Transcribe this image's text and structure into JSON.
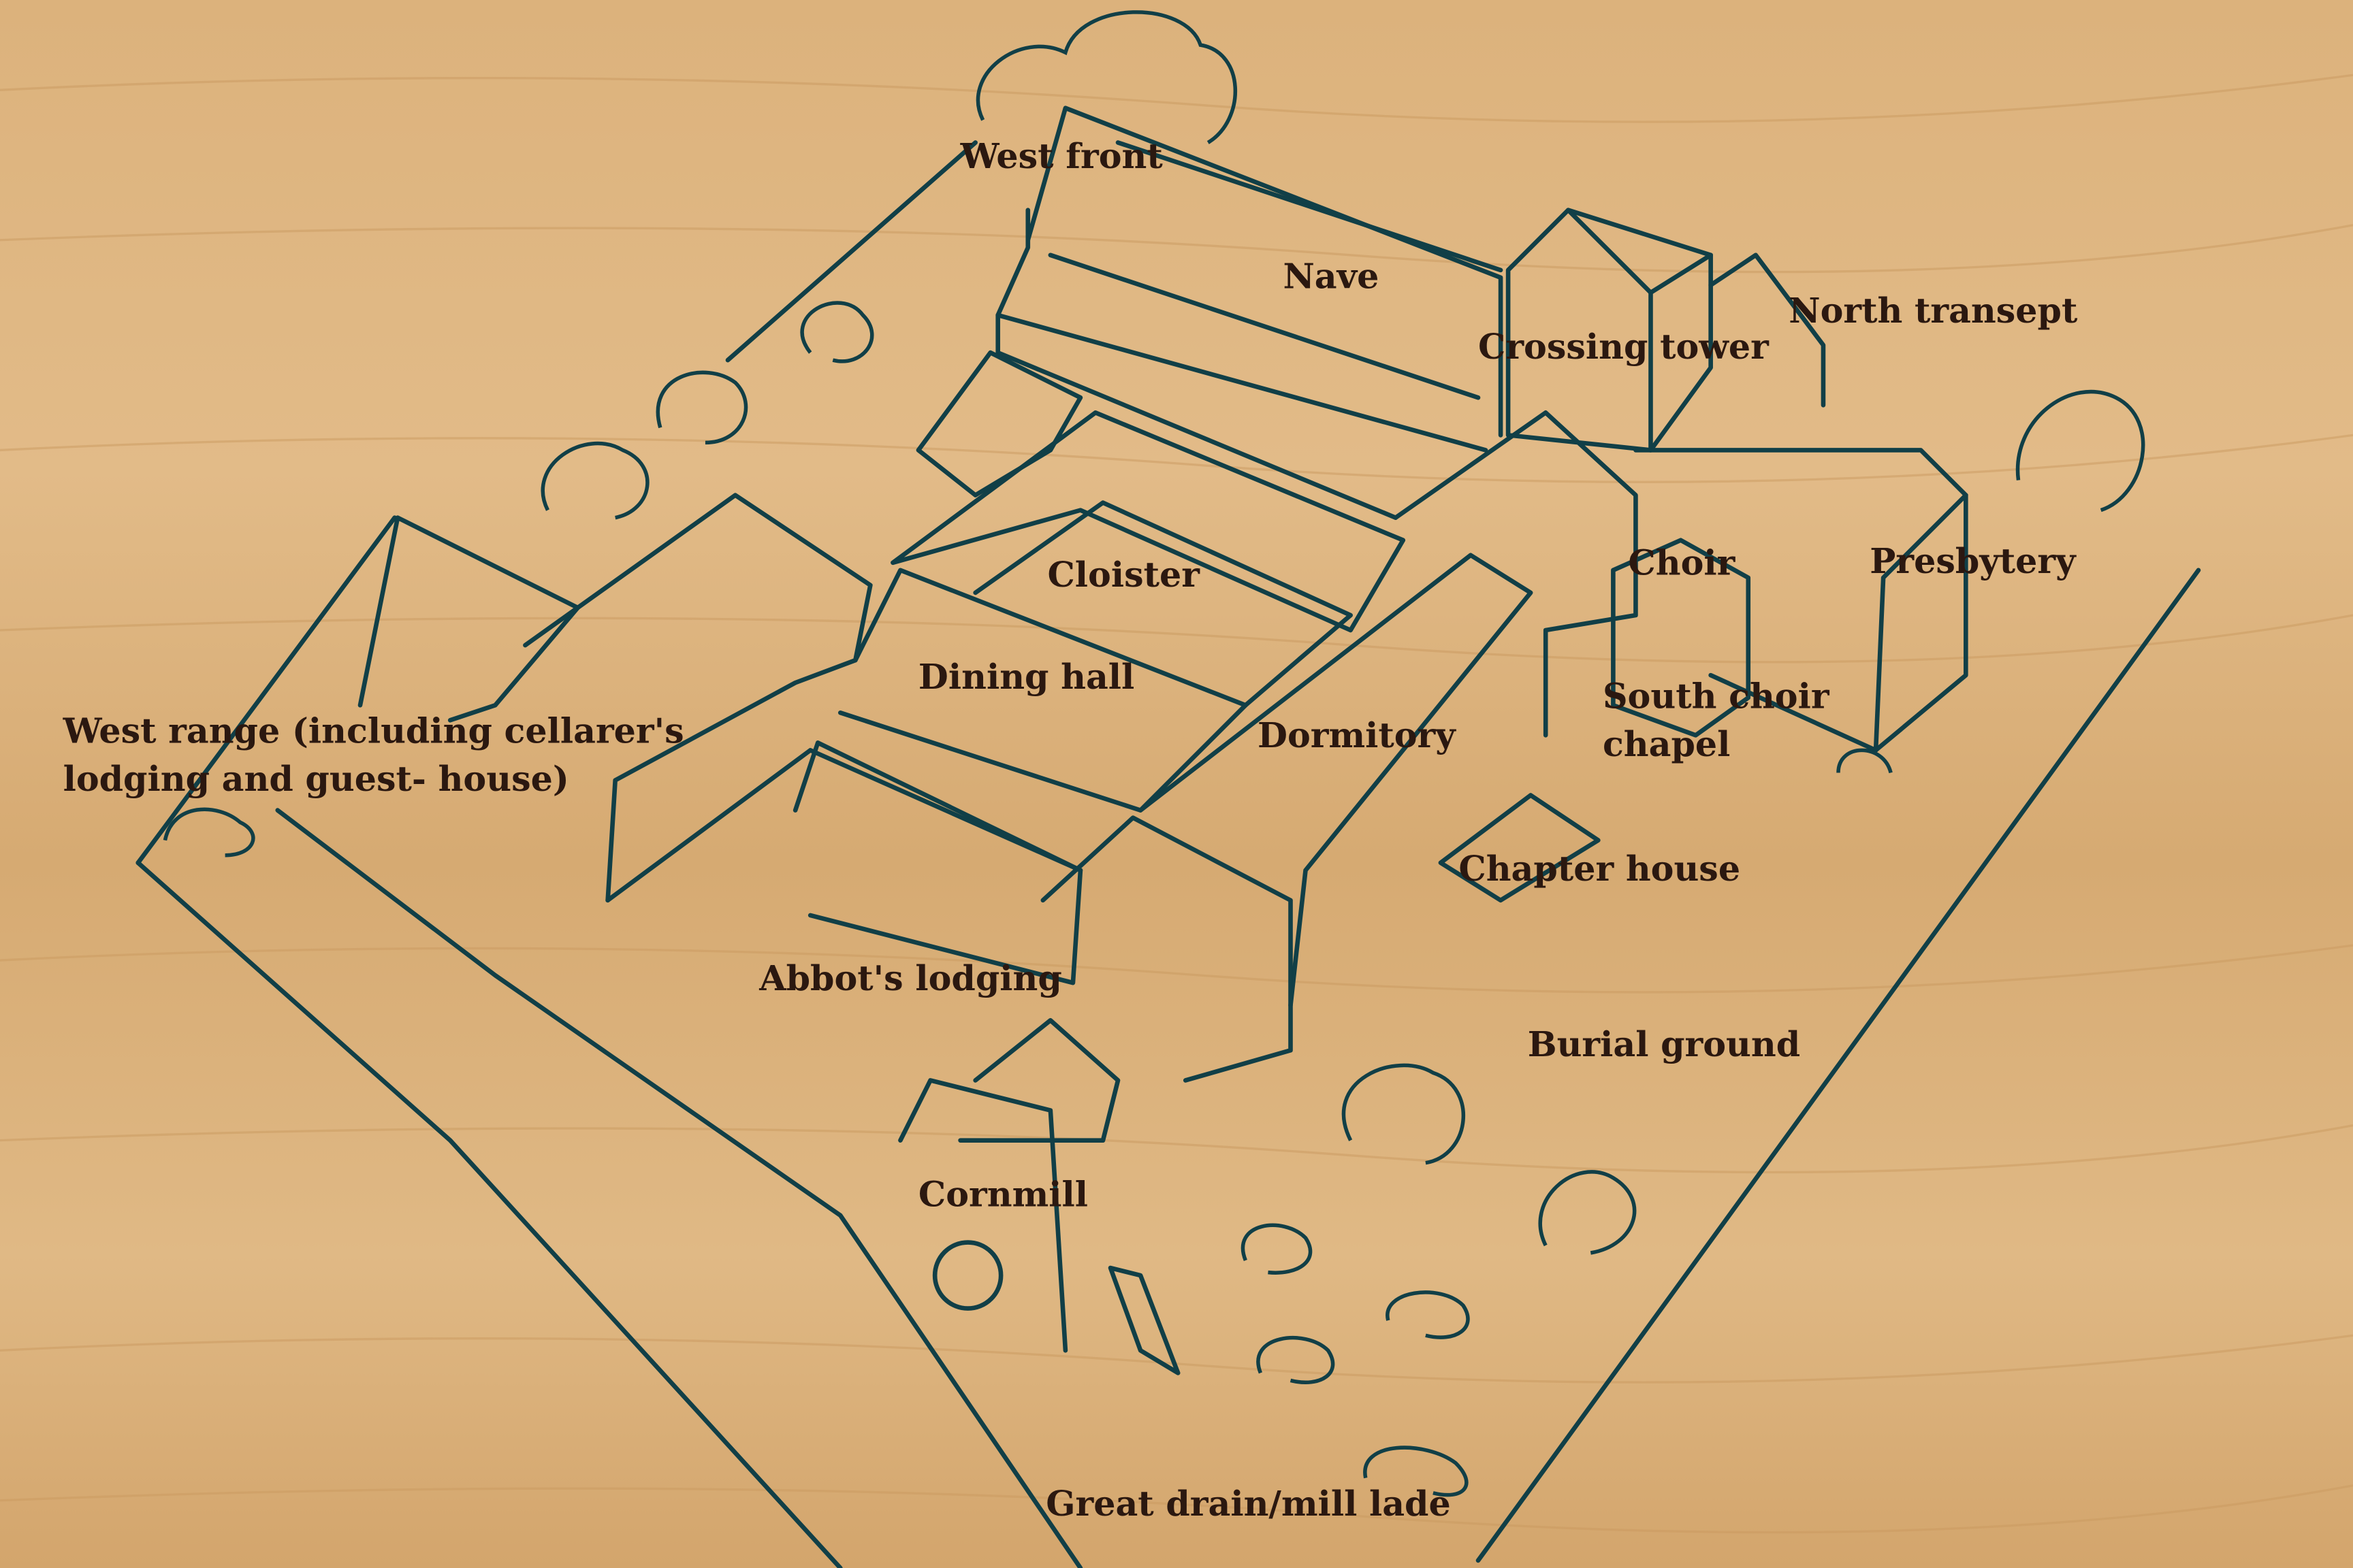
{
  "title": "Abbey layout plan",
  "colors": {
    "ink": "#113f47",
    "text": "#2b1810",
    "wood": "#d9b07a"
  },
  "labels": {
    "west_front": "West front",
    "nave": "Nave",
    "crossing_tower": "Crossing tower",
    "north_transept": "North transept",
    "cloister": "Cloister",
    "choir": "Choir",
    "presbytery": "Presbytery",
    "dining_hall": "Dining hall",
    "south_choir_chapel_1": "South choir",
    "south_choir_chapel_2": "chapel",
    "dormitory": "Dormitory",
    "west_range_1": "West range (including cellarer's",
    "west_range_2": "lodging and guest- house)",
    "chapter_house": "Chapter house",
    "abbots_lodging": "Abbot's lodging",
    "burial_ground": "Burial ground",
    "cornmill": "Cornmill",
    "great_drain": "Great drain/mill lade"
  }
}
